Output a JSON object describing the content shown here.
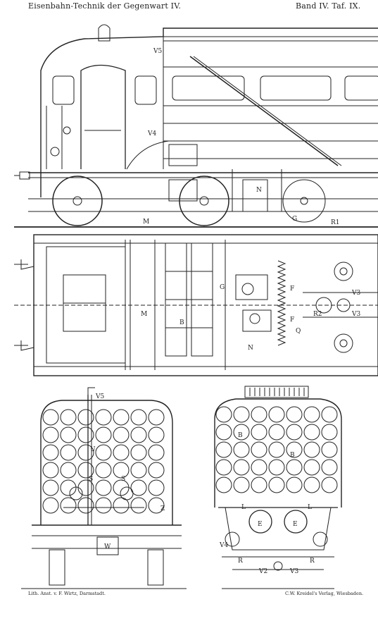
{
  "header": {
    "title": "Eisenbahn-Technik der Gegenwart IV.",
    "plate_ref": "Band IV. Taf. IX."
  },
  "footer": {
    "lithographer": "Lith. Anst. v. F. Wirtz, Darmstadt.",
    "publisher": "C.W. Kreidel's Verlag, Wiesbaden."
  },
  "labels": {
    "v5": "V5",
    "v4": "V4",
    "m": "M",
    "n": "N",
    "g": "G",
    "r1": "R1",
    "f": "F",
    "q": "Q",
    "b": "B",
    "r2": "R2",
    "v3": "V3",
    "w": "W",
    "s": "S",
    "u": "U",
    "z": "Z",
    "l": "L",
    "e": "E",
    "r": "R",
    "v2": "V2"
  },
  "colors": {
    "ink": "#222222",
    "paper": "#ffffff",
    "hatch": "#555555"
  }
}
